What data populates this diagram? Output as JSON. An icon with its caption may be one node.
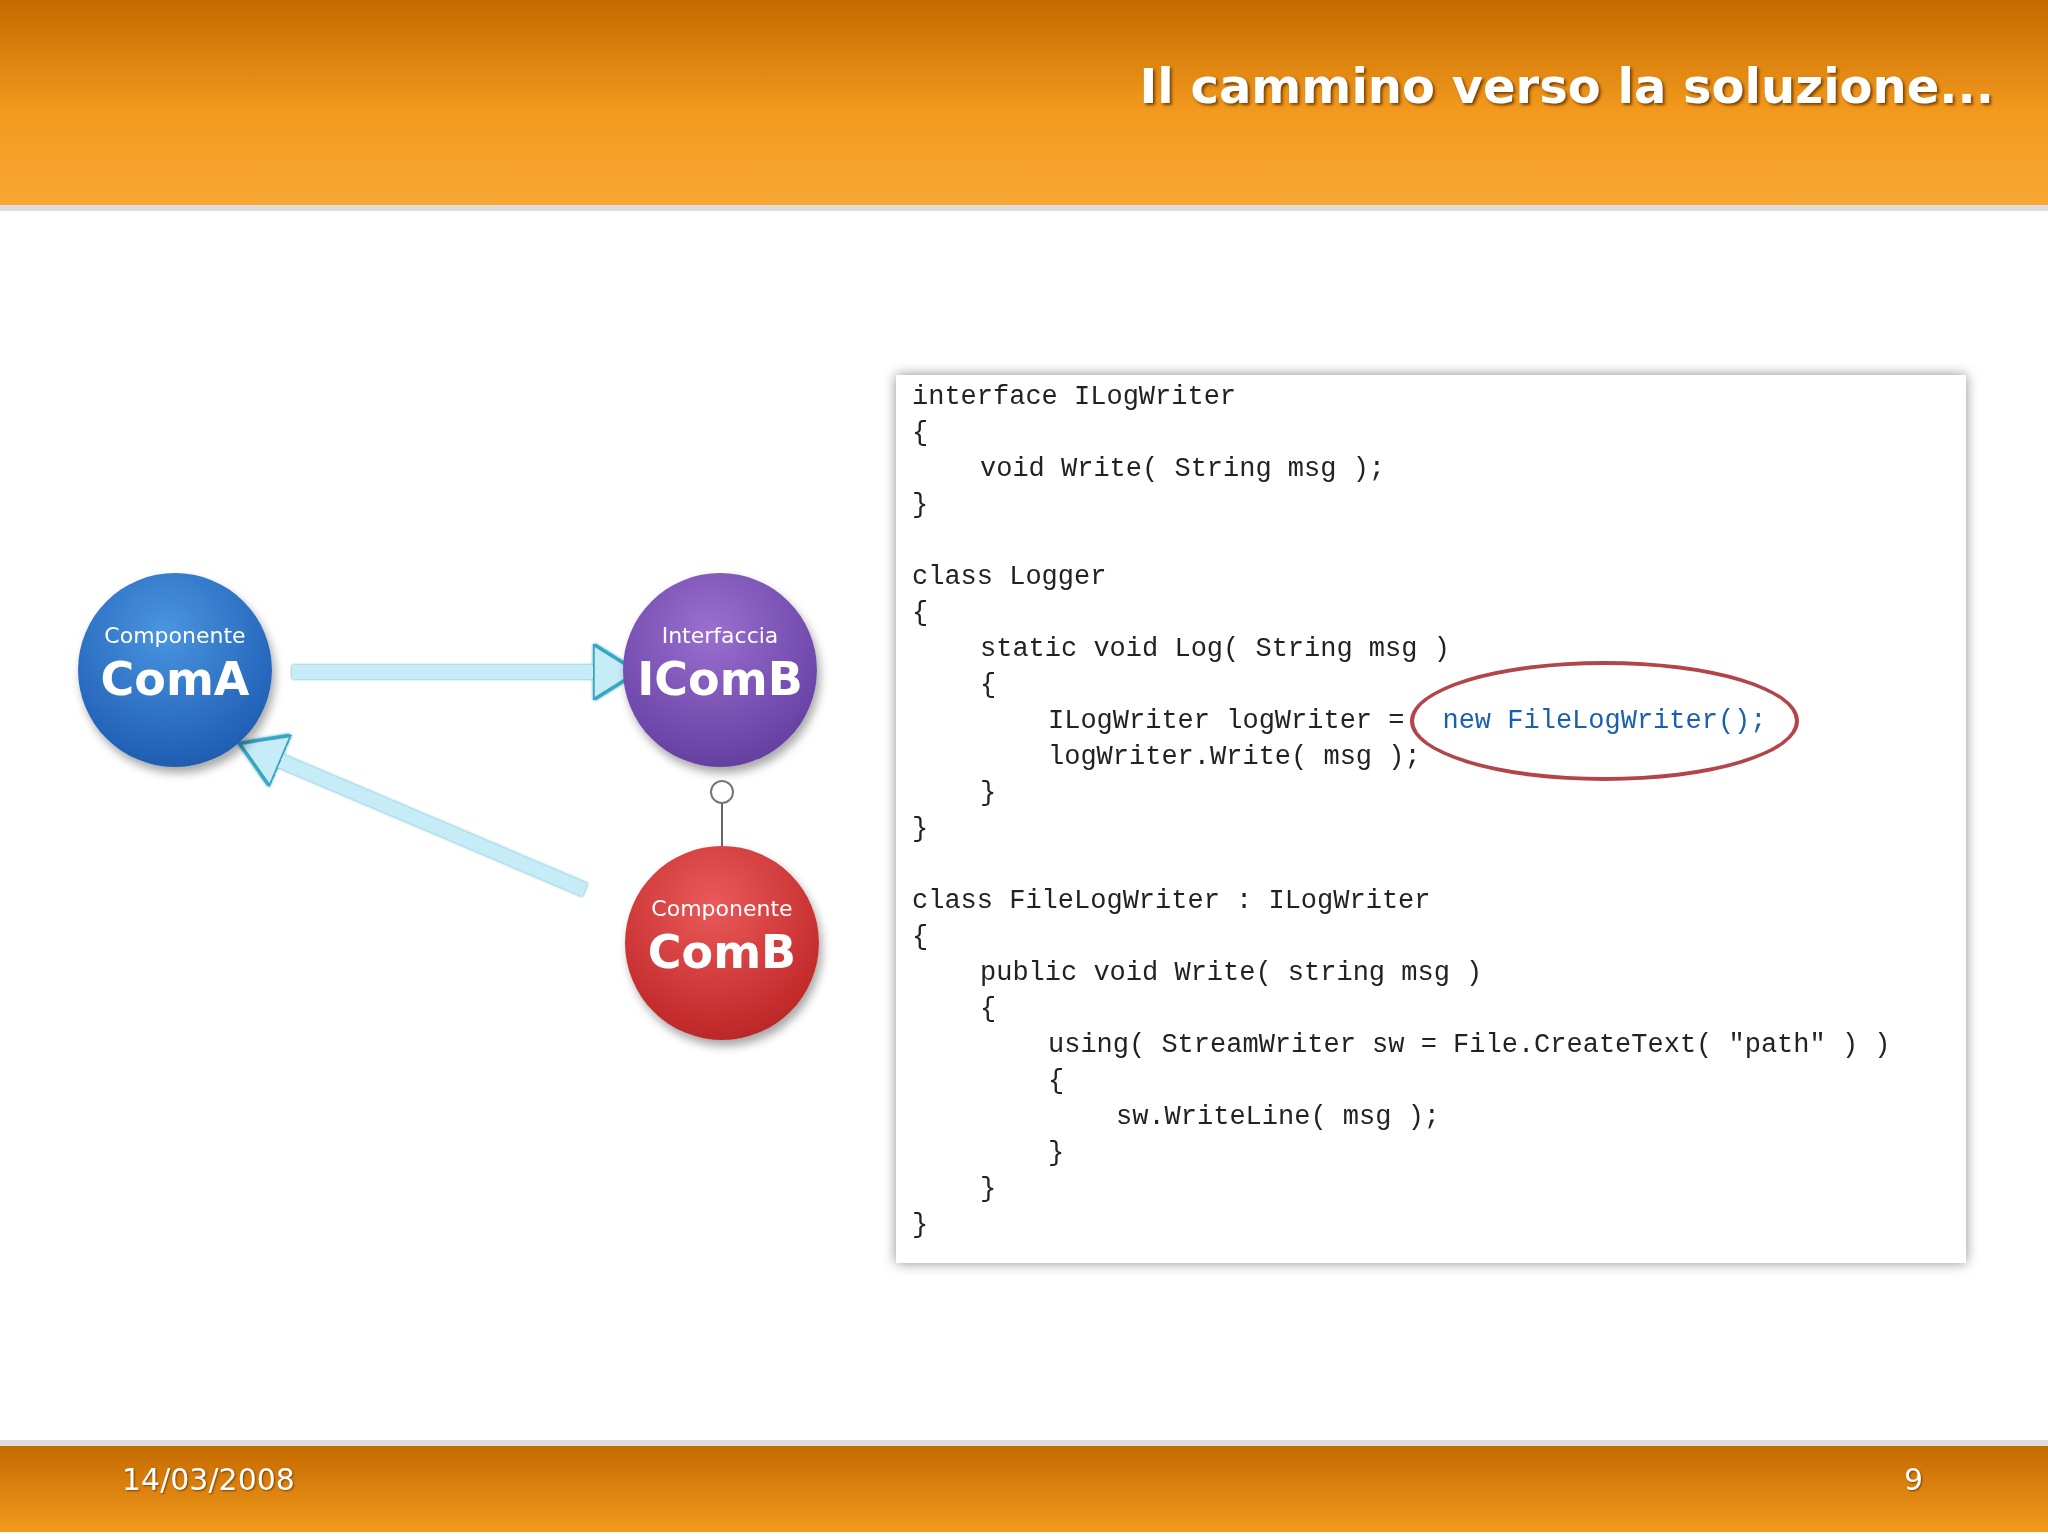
{
  "diagram": {
    "title": "Il cammino verso la soluzione...",
    "nodes": [
      {
        "text": [
          "Componente",
          "ComA"
        ]
      },
      {
        "text": [
          "Interfaccia",
          "IComB"
        ]
      },
      {
        "text": [],
        "shape": "circle"
      },
      {
        "text": [
          "Componente",
          "ComB"
        ]
      },
      {
        "text": [
          "interface ILogWriter",
          "{",
          "void Write( String msg );",
          "}",
          "class Logger",
          "{",
          "static void Log( String msg )",
          "{",
          "ILogWriter logWriter =",
          "logWriter.Write( msg );",
          "}",
          "}",
          "class FileLogWriter : ILogWriter",
          "{",
          "public void Write( string msg )",
          "{",
          "using( StreamWriter sw = File.CreateText( \"path\" ) )",
          "{",
          "sw.WriteLine( msg );",
          "}",
          "}",
          "}"
        ]
      },
      {
        "text": [
          "new FileLogWriter();"
        ],
        "in": 4
      }
    ],
    "edges": [
      {
        "from": 0,
        "to": 1,
        "arrow": "to"
      },
      {
        "from": 3,
        "to": 0,
        "arrow": "to"
      },
      {
        "from": 2,
        "to": 3,
        "arrow": "none",
        "color": "#666666"
      }
    ],
    "labels": [
      "14/03/2008",
      "9"
    ]
  }
}
